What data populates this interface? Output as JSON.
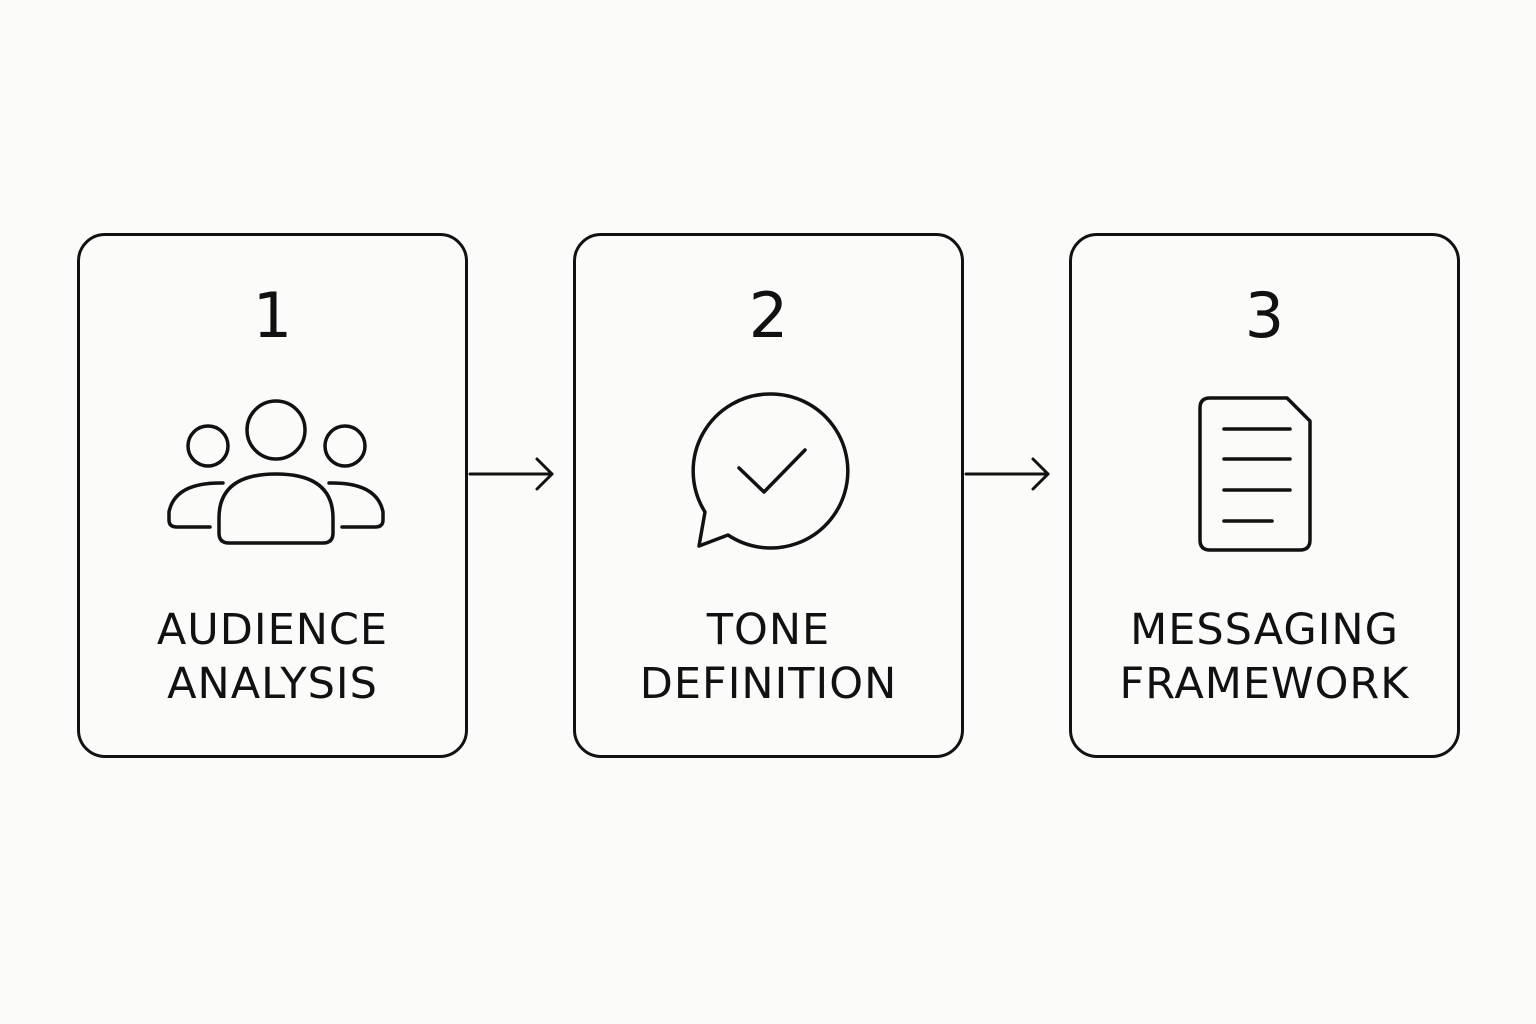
{
  "steps": [
    {
      "number": "1",
      "title_line1": "AUDIENCE",
      "title_line2": "ANALYSIS",
      "icon": "people-group-icon"
    },
    {
      "number": "2",
      "title_line1": "TONE",
      "title_line2": "DEFINITION",
      "icon": "chat-check-icon"
    },
    {
      "number": "3",
      "title_line1": "MESSAGING",
      "title_line2": "FRAMEWORK",
      "icon": "document-icon"
    }
  ],
  "colors": {
    "background": "#fbfbf9",
    "stroke": "#111111"
  }
}
